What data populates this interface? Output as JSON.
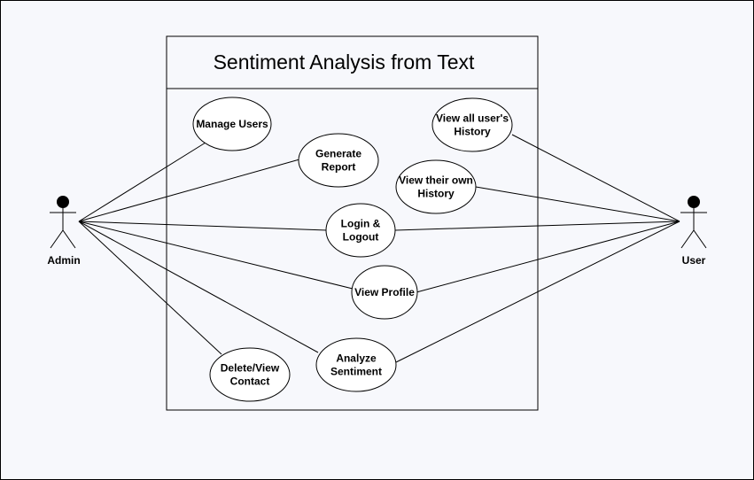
{
  "system": {
    "title": "Sentiment Analysis from Text"
  },
  "actors": {
    "admin": {
      "name": "Admin"
    },
    "user": {
      "name": "User"
    }
  },
  "use_cases": {
    "manage_users": {
      "lines": [
        "Manage Users"
      ]
    },
    "generate_report": {
      "lines": [
        "Generate",
        "Report"
      ]
    },
    "view_all_history": {
      "lines": [
        "View all user's",
        "History"
      ]
    },
    "view_own_history": {
      "lines": [
        "View their own",
        "History"
      ]
    },
    "login_logout": {
      "lines": [
        "Login &",
        "Logout"
      ]
    },
    "view_profile": {
      "lines": [
        "View Profile"
      ]
    },
    "delete_view_contact": {
      "lines": [
        "Delete/View",
        "Contact"
      ]
    },
    "analyze_sentiment": {
      "lines": [
        "Analyze",
        "Sentiment"
      ]
    }
  },
  "associations": [
    {
      "actor": "admin",
      "use_case": "manage_users"
    },
    {
      "actor": "admin",
      "use_case": "generate_report"
    },
    {
      "actor": "admin",
      "use_case": "login_logout"
    },
    {
      "actor": "admin",
      "use_case": "view_profile"
    },
    {
      "actor": "admin",
      "use_case": "analyze_sentiment"
    },
    {
      "actor": "admin",
      "use_case": "delete_view_contact"
    },
    {
      "actor": "user",
      "use_case": "view_all_history"
    },
    {
      "actor": "user",
      "use_case": "view_own_history"
    },
    {
      "actor": "user",
      "use_case": "login_logout"
    },
    {
      "actor": "user",
      "use_case": "view_profile"
    },
    {
      "actor": "user",
      "use_case": "analyze_sentiment"
    }
  ],
  "colors": {
    "stroke": "#000000",
    "fill": "#ffffff",
    "background": "#f7f8fc"
  }
}
